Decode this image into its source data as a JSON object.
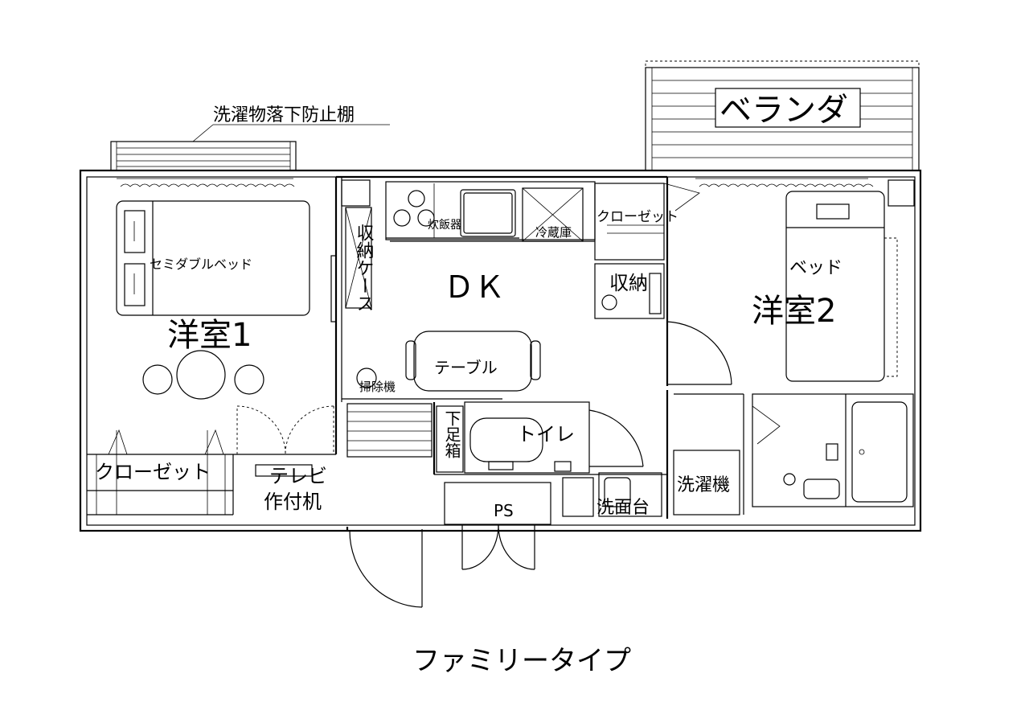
{
  "labels": {
    "fall_guard": "洗濯物落下防止棚",
    "veranda": "ベランダ",
    "semi_double_bed": "セミダブルベッド",
    "western_room_1": "洋室1",
    "closet_room1": "クローゼット",
    "tv_desk_line1": "テレビ",
    "tv_desk_line2": "作付机",
    "storage_case": "収納ケース",
    "rice_cooker": "炊飯器",
    "fridge": "冷蔵庫",
    "dk": "ＤＫ",
    "table": "テーブル",
    "vacuum": "掃除機",
    "closet_dk": "クローゼット",
    "storage": "収納",
    "bed": "ベッド",
    "western_room_2": "洋室2",
    "shoe_box": "下足箱",
    "toilet": "トイレ",
    "ps": "PS",
    "washbasin": "洗面台",
    "washing_machine": "洗濯機",
    "caption": "ファミリータイプ"
  }
}
